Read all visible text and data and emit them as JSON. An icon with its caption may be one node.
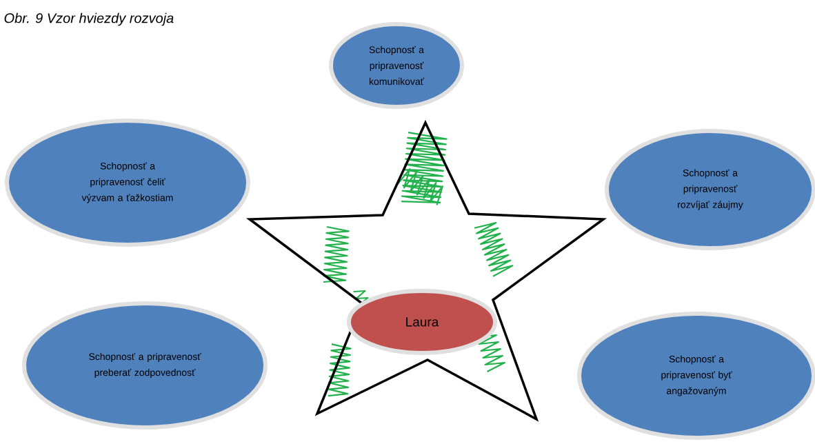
{
  "diagram": {
    "title": "Obr. 9 Vzor hviezdy rozvoja",
    "nodes": [
      {
        "text": [
          "Schopnosť a pripravenosť komunikovať"
        ]
      },
      {
        "text": [
          "Schopnosť a pripravenosť čeliť výzvam a ťažkostiam"
        ]
      },
      {
        "text": [
          "Schopnosť a pripravenosť rozvíjať záujmy"
        ]
      },
      {
        "text": [
          "Laura"
        ]
      },
      {
        "text": [
          "Schopnosť a pripravenosť preberať zodpovednosť"
        ]
      },
      {
        "text": [
          "Schopnosť a pripravenosť byť angažovaným"
        ]
      }
    ]
  }
}
